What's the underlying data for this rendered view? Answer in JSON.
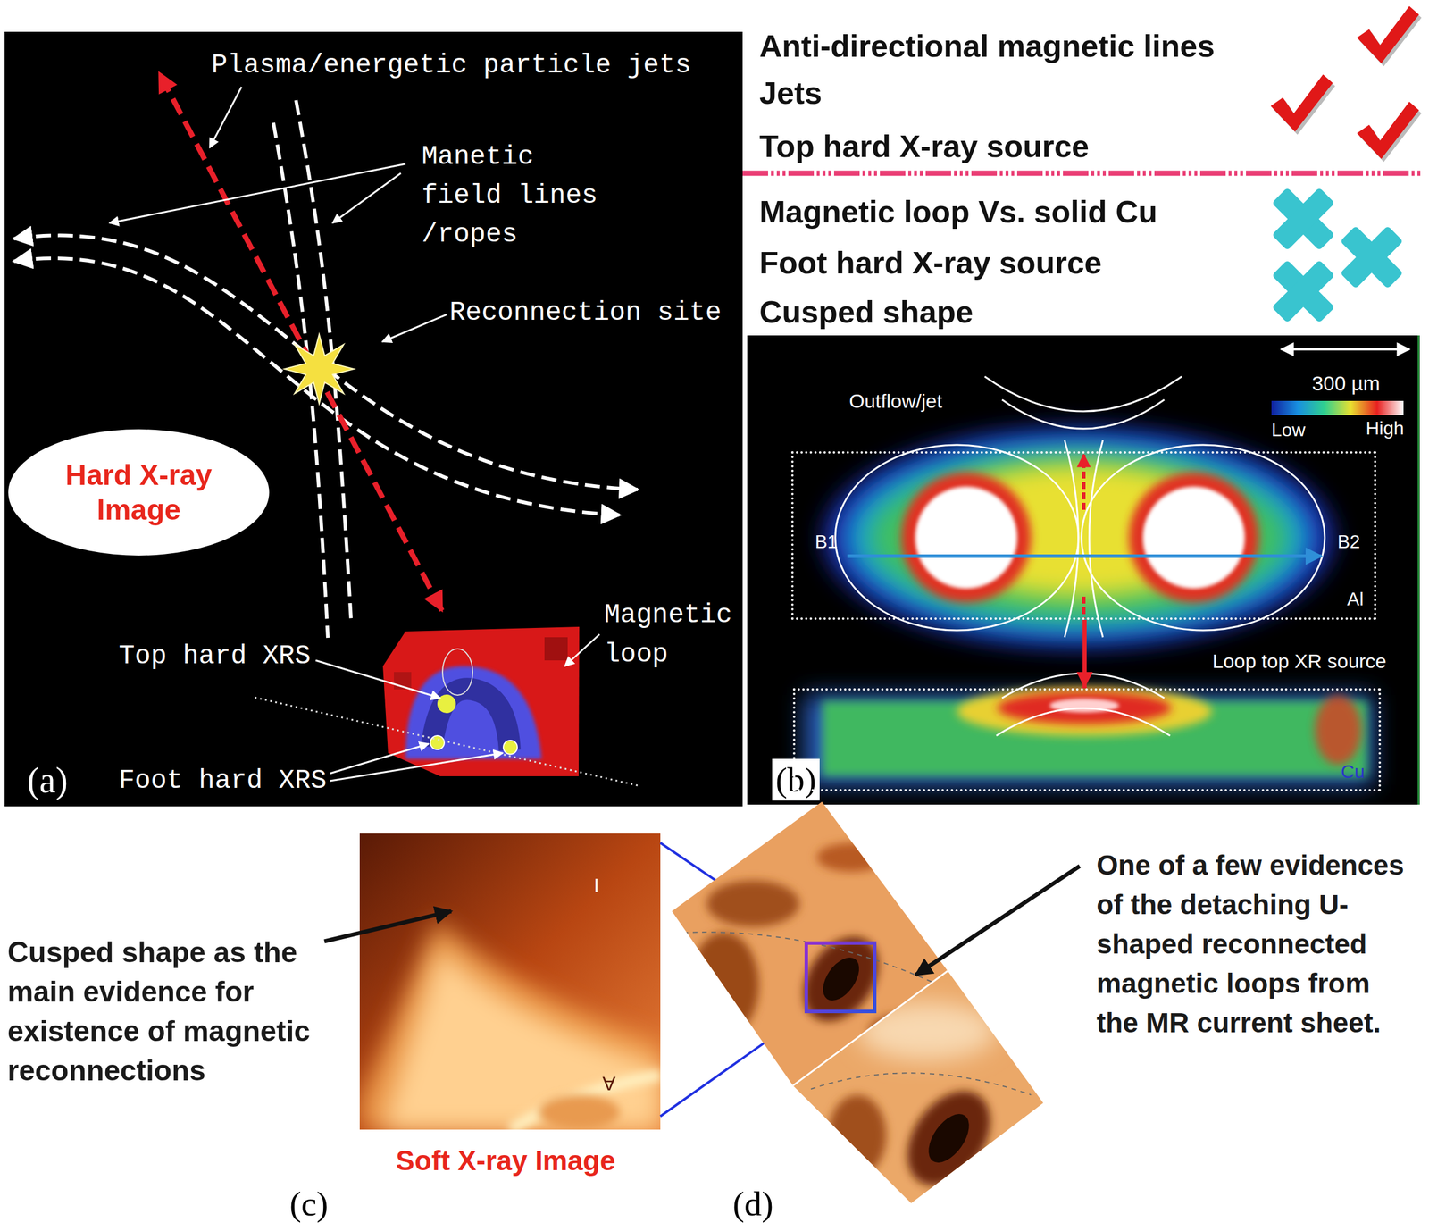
{
  "diagram": {
    "nodes": [
      {
        "text": [
          "Hard X-ray Image"
        ]
      },
      {
        "text": [
          "B1",
          "B2",
          "Al"
        ]
      },
      {
        "text": [
          "Cu"
        ]
      }
    ],
    "edges": [
      {
        "from": 1,
        "to": 2,
        "arrow": "to"
      }
    ],
    "labels": [
      "Plasma/energetic particle jets",
      "Manetic field lines /ropes",
      "Reconnection site",
      "Top hard XRS",
      "Magnetic loop",
      "Foot hard XRS",
      "(a)",
      "Anti-directional magnetic lines",
      "Jets",
      "Top hard X-ray source",
      "Magnetic loop Vs. solid Cu",
      "Foot hard X-ray source",
      "Cusped shape",
      "Outflow/jet",
      "300 µm",
      "Low",
      "High",
      "Loop top XR source",
      "(b)",
      "I",
      "A",
      "Cusped shape as the main evidence for existence of magnetic reconnections",
      "Soft X-ray Image",
      "(c)",
      "One of a few evidences of the detaching U-shaped reconnected magnetic loops from the MR current sheet.",
      "(d)"
    ]
  }
}
